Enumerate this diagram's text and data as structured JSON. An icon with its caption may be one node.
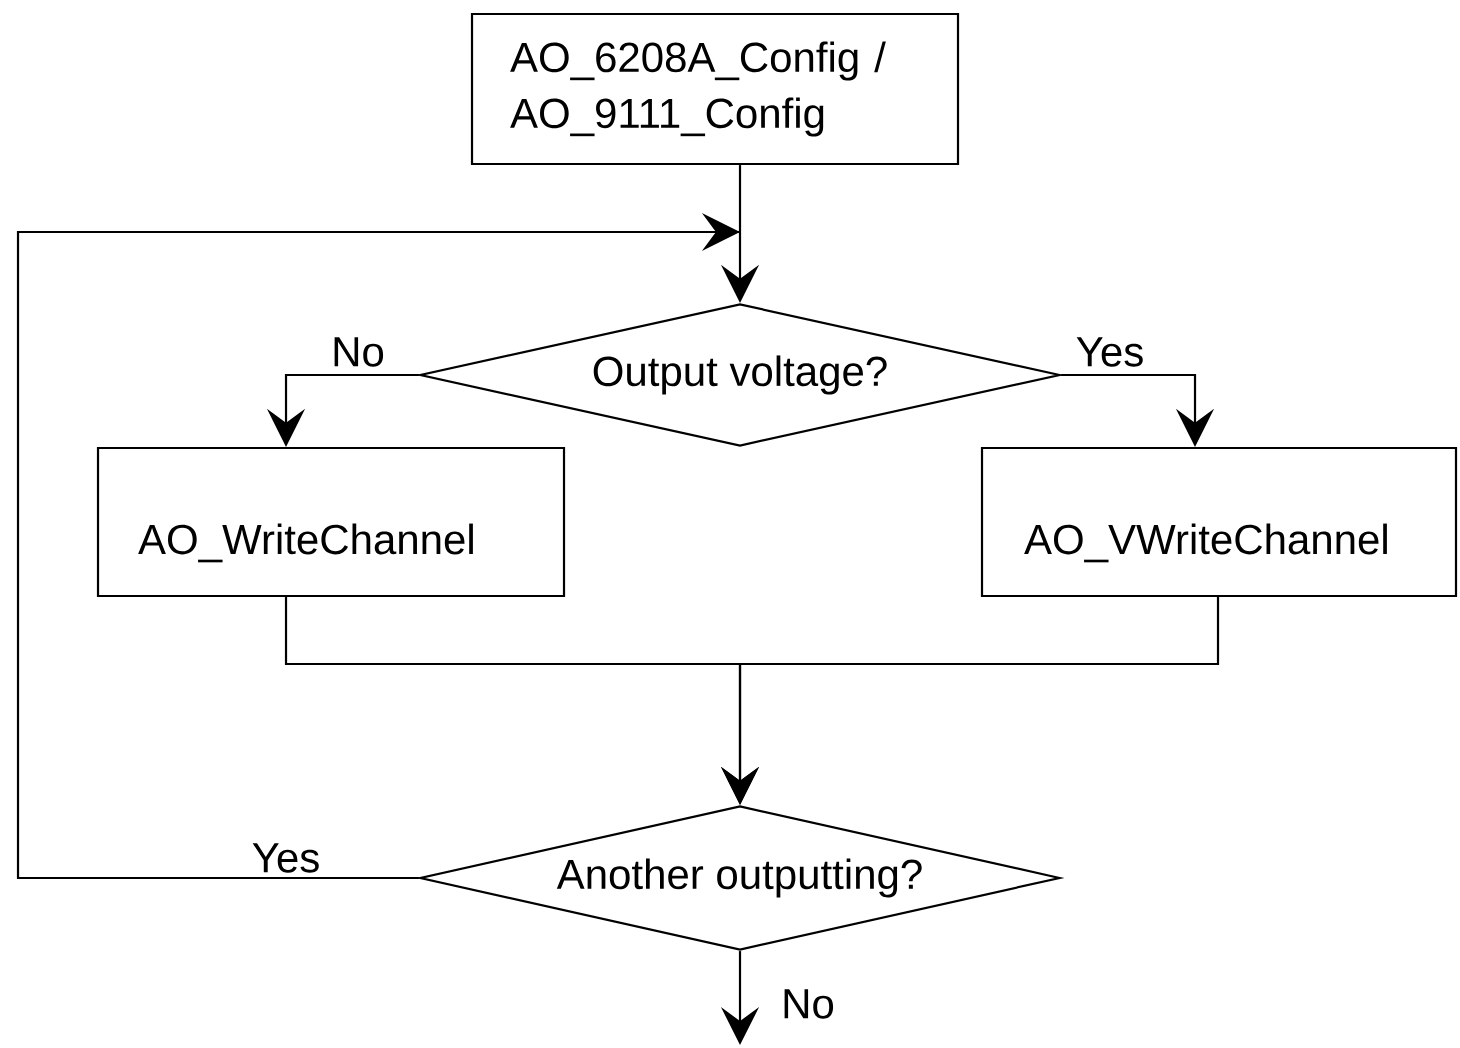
{
  "diagram": {
    "nodes": [
      {
        "text": [
          "AO_6208A_Config / AO_9111_Config"
        ]
      },
      {
        "text": [
          "Output voltage?"
        ]
      },
      {
        "text": [
          "AO_WriteChannel"
        ]
      },
      {
        "text": [
          "AO_VWriteChannel"
        ]
      },
      {
        "text": [
          "Another outputting?"
        ]
      }
    ],
    "edges": [
      {
        "from": 0,
        "to": 1,
        "arrow": "to"
      },
      {
        "from": 1,
        "to": 2,
        "arrow": "to",
        "label": "No"
      },
      {
        "from": 1,
        "to": 3,
        "arrow": "to",
        "label": "Yes"
      },
      {
        "from": 2,
        "to": 4,
        "arrow": "to"
      },
      {
        "from": 3,
        "to": 4,
        "arrow": "to"
      },
      {
        "from": 4,
        "to": 1,
        "arrow": "to",
        "label": "Yes"
      },
      {
        "from": 4,
        "to": null,
        "arrow": "to",
        "label": "No"
      }
    ]
  }
}
